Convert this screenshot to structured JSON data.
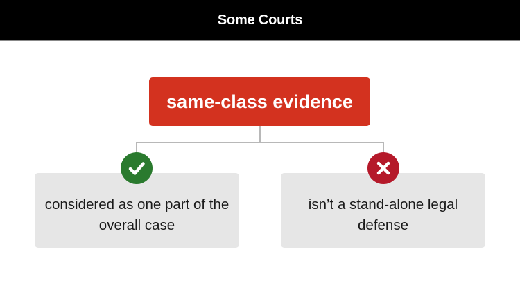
{
  "header": {
    "title": "Some Courts"
  },
  "diagram": {
    "root": {
      "label": "same-class evidence",
      "color": "#d3321f"
    },
    "branches": [
      {
        "label": "considered as one part of the overall case",
        "icon": "check-icon",
        "icon_color": "#2a7a2e"
      },
      {
        "label": "isn’t a stand-alone legal defense",
        "icon": "x-icon",
        "icon_color": "#b5192a"
      }
    ],
    "connector_color": "#b8b8b8",
    "card_color": "#e6e6e6"
  }
}
